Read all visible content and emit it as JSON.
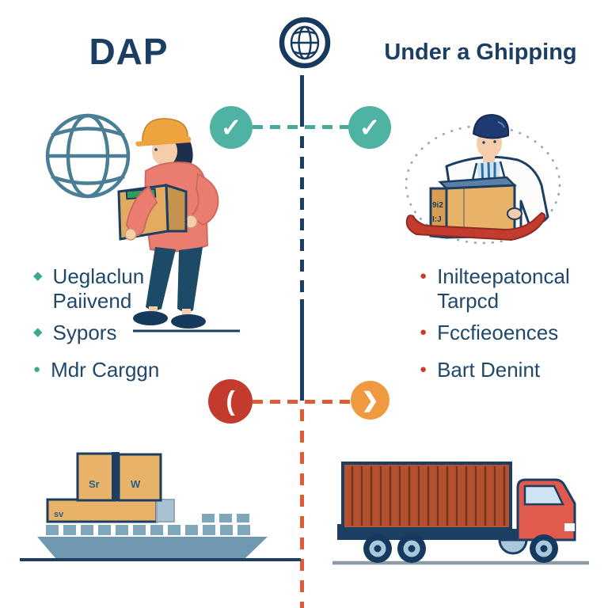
{
  "header": {
    "left_title": "DAP",
    "right_title": "Under a Ghipping",
    "center_icon": "globe-badge-icon"
  },
  "connectors": {
    "top_left_check": "✓",
    "top_right_check": "✓",
    "bottom_left_glyph": "(",
    "bottom_right_glyph": "❯"
  },
  "left_section": {
    "bullets": [
      {
        "marker": "◆",
        "text": "Ueglaclun Paiivend"
      },
      {
        "marker": "◆",
        "text": "Sypors"
      },
      {
        "marker": "●",
        "text": "Mdr Carggn"
      }
    ]
  },
  "right_section": {
    "bullets": [
      {
        "marker": "●",
        "text": "Inilteepatoncal Tarpcd"
      },
      {
        "marker": "●",
        "text": "Fccfieoences"
      },
      {
        "marker": "●",
        "text": "Bart Denint"
      }
    ]
  },
  "ship": {
    "box_markings": [
      "Sr",
      "W",
      "sv"
    ]
  },
  "cart_box": {
    "markings": [
      "9i2",
      "I:J"
    ]
  },
  "icons": {
    "header_center": "globe-badge-icon",
    "left_globe": "globe-wireframe-icon",
    "checks": "check-circle-icon",
    "bottom_left": "chevron-left-circle-icon",
    "bottom_right": "chevron-right-circle-icon"
  },
  "colors": {
    "navy": "#1c3e63",
    "teal": "#4fb3a4",
    "red": "#c23b2c",
    "orange": "#ef9a40",
    "orange_dash": "#dd5c36",
    "steel_blue": "#6f99b1",
    "rust": "#b5512f",
    "salmon": "#ea7d6f",
    "tan": "#e8b368"
  }
}
